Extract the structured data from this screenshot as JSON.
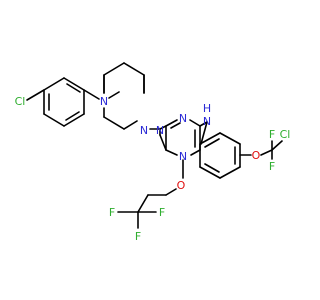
{
  "colors": {
    "bond": "#000000",
    "N": "#2b2bd6",
    "O": "#e01010",
    "F": "#2fae2f",
    "Cl": "#2fae2f"
  },
  "atom_labels": {
    "cl_phenyl": "Cl",
    "n_piperazine_1": "N",
    "n_piperazine_2": "N",
    "n_triazine_1": "N",
    "n_triazine_2": "N",
    "n_triazine_3": "N",
    "nh": "N",
    "h_of_nh": "H",
    "o_aryl_ether": "O",
    "cl_difluoro": "Cl",
    "f_difluoro_1": "F",
    "f_difluoro_2": "F",
    "o_trifluoroethoxy": "O",
    "f_trifluoro_1": "F",
    "f_trifluoro_2": "F",
    "f_trifluoro_3": "F"
  }
}
